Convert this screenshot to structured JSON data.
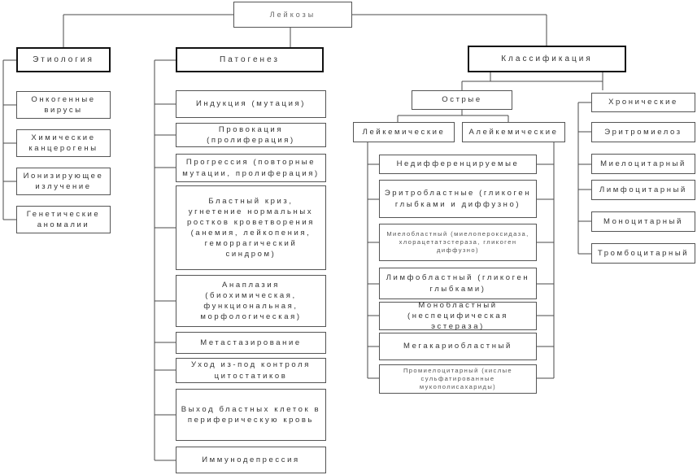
{
  "root": "Лейкозы",
  "etiology": {
    "title": "Этиология",
    "items": [
      "Онкогенные вирусы",
      "Химические канцерогены",
      "Ионизирующее излучение",
      "Генетические аномалии"
    ]
  },
  "pathogenesis": {
    "title": "Патогенез",
    "items": [
      "Индукция (мутация)",
      "Провокация (пролиферация)",
      "Прогрессия (повторные мутации, пролиферация)",
      "Бластный криз, угнетение нормальных ростков кроветворения (анемия, лейкопения, геморрагический синдром)",
      "Анаплазия (биохимическая, функциональная, морфологическая)",
      "Метастазирование",
      "Уход из-под контроля цитостатиков",
      "Выход бластных клеток в периферическую кровь",
      "Иммунодепрессия"
    ]
  },
  "classification": {
    "title": "Классификация",
    "acute": {
      "title": "Острые",
      "leukemic": "Лейкемические",
      "aleukemic": "Алейкемические",
      "items": [
        "Недифференцируемые",
        "Эритробластные (гликоген глыбками и диффузно)",
        "Миелобластный (миелопероксидаза, хлорацетатэстераза, гликоген диффузно)",
        "Лимфобластный (гликоген глыбками)",
        "Монобластный (неспецифическая эстераза)",
        "Мегакариобластный",
        "Промиелоцитарный (кислые сульфатированные мукополисахариды)"
      ]
    },
    "chronic": {
      "title": "Хронические",
      "items": [
        "Эритромиелоз",
        "Миелоцитарный",
        "Лимфоцитарный",
        "Моноцитарный",
        "Тромбоцитарный"
      ]
    }
  }
}
